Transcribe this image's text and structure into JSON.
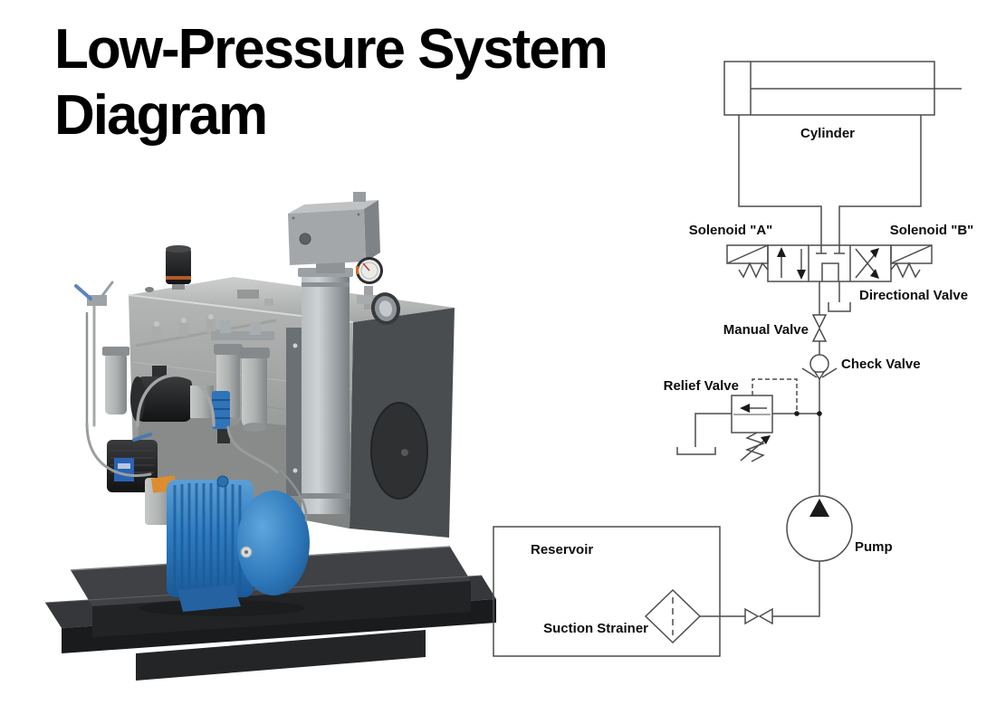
{
  "title": {
    "line1": "Low-Pressure System",
    "line2": "Diagram"
  },
  "photo": {
    "subject": "hydraulic power unit",
    "colors": {
      "motor_blue": "#2e7cc1",
      "tank_gray": "#9b9e9d",
      "skid_dark": "#222426",
      "filter_gray": "#aeb2b1",
      "breather_black": "#1b1c1e",
      "label_orange": "#dd8c2f"
    }
  },
  "schematic": {
    "line_color": "#4d4d4d",
    "label_color": "#0d0d0d",
    "labels": {
      "cylinder": "Cylinder",
      "solenoid_a": "Solenoid \"A\"",
      "solenoid_b": "Solenoid \"B\"",
      "directional_valve": "Directional Valve",
      "manual_valve": "Manual Valve",
      "check_valve": "Check Valve",
      "relief_valve": "Relief Valve",
      "pump": "Pump",
      "reservoir": "Reservoir",
      "suction_strainer": "Suction Strainer"
    }
  }
}
